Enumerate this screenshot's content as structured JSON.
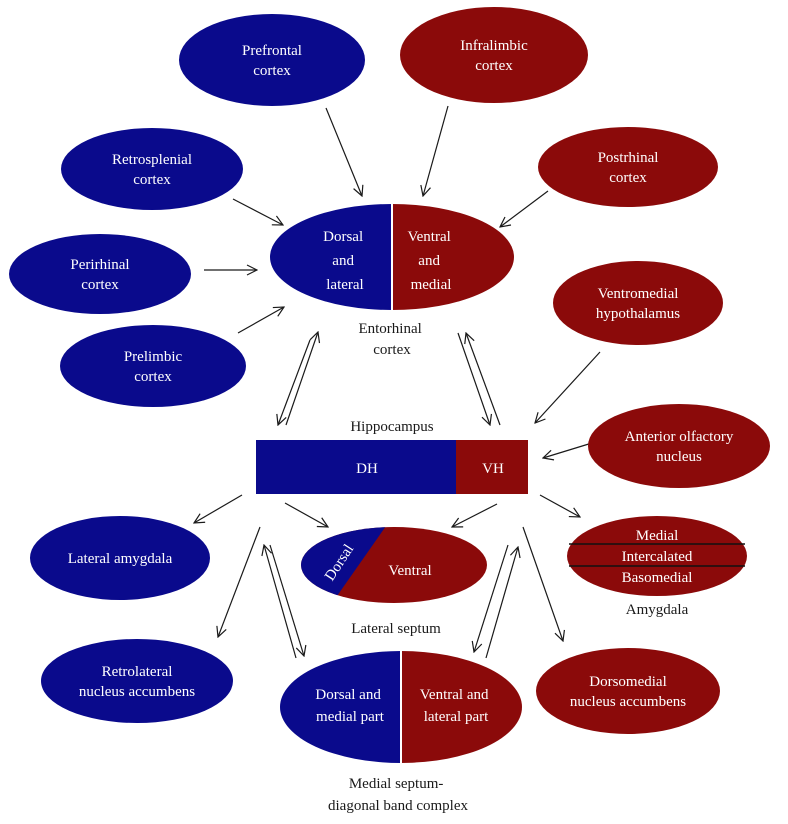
{
  "colors": {
    "blue": "#0a0a8c",
    "red": "#8b0a0a",
    "text_light": "#ffffff",
    "text_dark": "#1a1a1a"
  },
  "nodes": {
    "prefrontal": [
      "Prefrontal",
      "cortex"
    ],
    "infralimbic": [
      "Infralimbic",
      "cortex"
    ],
    "retrosplenial": [
      "Retrosplenial",
      "cortex"
    ],
    "postrhinal": [
      "Postrhinal",
      "cortex"
    ],
    "perirhinal": [
      "Perirhinal",
      "cortex"
    ],
    "prelimbic": [
      "Prelimbic",
      "cortex"
    ],
    "ventromedial": [
      "Ventromedial",
      "hypothalamus"
    ],
    "anterior_olfactory": [
      "Anterior olfactory",
      "nucleus"
    ],
    "lateral_amygdala": [
      "Lateral amygdala"
    ],
    "retrolateral_accumbens": [
      "Retrolateral",
      "nucleus accumbens"
    ],
    "dorsomedial_accumbens": [
      "Dorsomedial",
      "nucleus accumbens"
    ]
  },
  "entorhinal": {
    "left": [
      "Dorsal",
      "and",
      "lateral"
    ],
    "right": [
      "Ventral",
      "and",
      "medial"
    ],
    "caption": [
      "Entorhinal",
      "cortex"
    ]
  },
  "hippocampus": {
    "title": "Hippocampus",
    "left": "DH",
    "right": "VH"
  },
  "lateral_septum": {
    "dorsal": "Dorsal",
    "ventral": "Ventral",
    "caption": "Lateral septum"
  },
  "amygdala": {
    "rows": [
      "Medial",
      "Intercalated",
      "Basomedial"
    ],
    "caption": "Amygdala"
  },
  "medial_septum": {
    "left": [
      "Dorsal and",
      "medial part"
    ],
    "right": [
      "Ventral and",
      "lateral part"
    ],
    "caption": [
      "Medial septum-",
      "diagonal band complex"
    ]
  }
}
